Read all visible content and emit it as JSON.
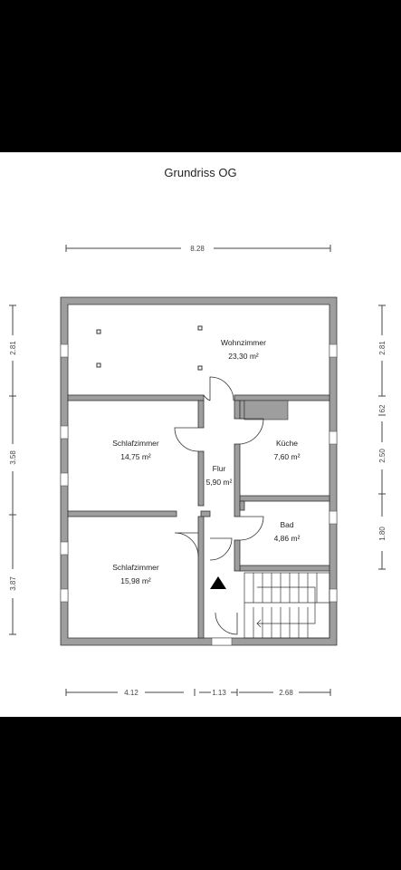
{
  "title": "Grundriss OG",
  "dimensions": {
    "top": "8.28",
    "bottom": [
      "4.12",
      "1.13",
      "2.68"
    ],
    "left": [
      "2.81",
      "3.58",
      "3.87"
    ],
    "right": [
      "2.81",
      "62",
      "2.50",
      "1.80"
    ]
  },
  "rooms": [
    {
      "name": "Wohnzimmer",
      "area": "23,30 m²"
    },
    {
      "name": "Schlafzimmer",
      "area": "14,75 m²"
    },
    {
      "name": "Flur",
      "area": "5,90 m²"
    },
    {
      "name": "Küche",
      "area": "7,60 m²"
    },
    {
      "name": "Bad",
      "area": "4,86 m²"
    },
    {
      "name": "Schlafzimmer",
      "area": "15,98 m²"
    }
  ],
  "colors": {
    "wall": "#9e9e9e",
    "outline": "#333333",
    "background": "#000000"
  }
}
